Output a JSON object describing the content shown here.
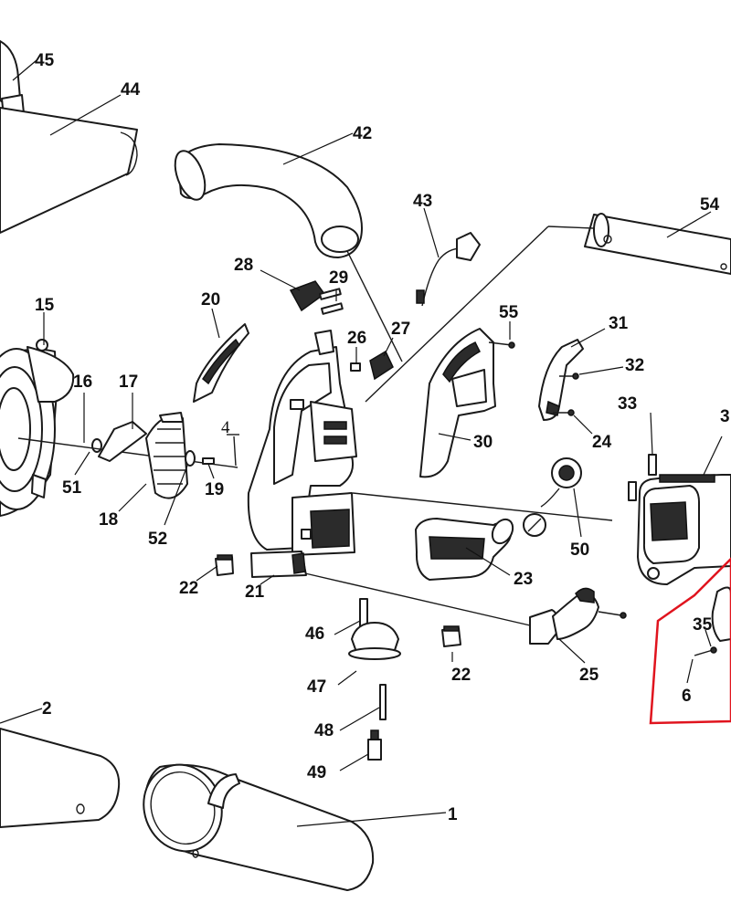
{
  "parts": [
    {
      "id": "p45",
      "number": "45"
    },
    {
      "id": "p44",
      "number": "44"
    },
    {
      "id": "p42",
      "number": "42"
    },
    {
      "id": "p43",
      "number": "43"
    },
    {
      "id": "p54",
      "number": "54"
    },
    {
      "id": "p28",
      "number": "28"
    },
    {
      "id": "p29",
      "number": "29"
    },
    {
      "id": "p20",
      "number": "20"
    },
    {
      "id": "p15",
      "number": "15"
    },
    {
      "id": "p55",
      "number": "55"
    },
    {
      "id": "p31",
      "number": "31"
    },
    {
      "id": "p26",
      "number": "26"
    },
    {
      "id": "p27",
      "number": "27"
    },
    {
      "id": "p32",
      "number": "32"
    },
    {
      "id": "p16",
      "number": "16"
    },
    {
      "id": "p17",
      "number": "17"
    },
    {
      "id": "p33",
      "number": "33"
    },
    {
      "id": "p3",
      "number": "3"
    },
    {
      "id": "p4",
      "number": "4"
    },
    {
      "id": "p30",
      "number": "30"
    },
    {
      "id": "p24",
      "number": "24"
    },
    {
      "id": "p51",
      "number": "51"
    },
    {
      "id": "p19",
      "number": "19"
    },
    {
      "id": "p18",
      "number": "18"
    },
    {
      "id": "p52",
      "number": "52"
    },
    {
      "id": "p50",
      "number": "50"
    },
    {
      "id": "p23",
      "number": "23"
    },
    {
      "id": "p22a",
      "number": "22"
    },
    {
      "id": "p21",
      "number": "21"
    },
    {
      "id": "p46",
      "number": "46"
    },
    {
      "id": "p35",
      "number": "35"
    },
    {
      "id": "p22b",
      "number": "22"
    },
    {
      "id": "p25",
      "number": "25"
    },
    {
      "id": "p47",
      "number": "47"
    },
    {
      "id": "p6",
      "number": "6"
    },
    {
      "id": "p2",
      "number": "2"
    },
    {
      "id": "p48",
      "number": "48"
    },
    {
      "id": "p49",
      "number": "49"
    },
    {
      "id": "p1",
      "number": "1"
    }
  ],
  "colors": {
    "lines": "#1a1a1a",
    "highlight": "#e0141e"
  }
}
